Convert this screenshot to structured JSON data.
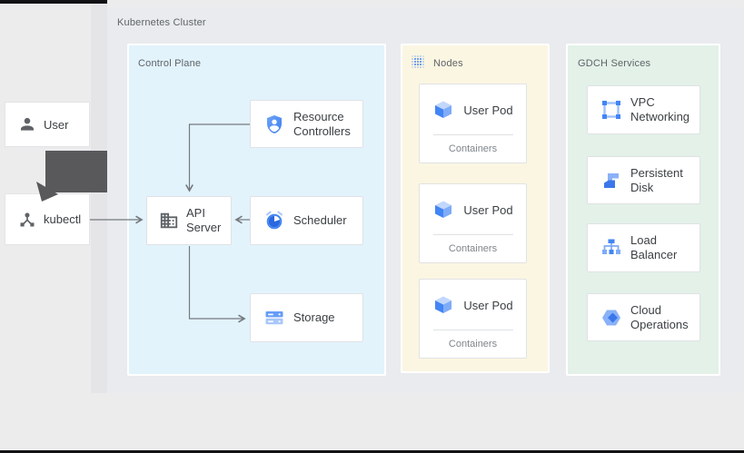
{
  "diagram": {
    "cluster_label": "Kubernetes Cluster",
    "actors": {
      "user": {
        "label": "User",
        "icon": "person-icon"
      },
      "kubectl": {
        "label": "kubectl",
        "icon": "device-hub-icon"
      }
    },
    "control_plane": {
      "label": "Control Plane",
      "resource_controllers": {
        "label": "Resource Controllers",
        "icon": "shield-person-icon"
      },
      "api_server": {
        "label": "API Server",
        "icon": "building-icon"
      },
      "scheduler": {
        "label": "Scheduler",
        "icon": "clock-icon"
      },
      "storage": {
        "label": "Storage",
        "icon": "server-stack-icon"
      }
    },
    "nodes": {
      "label": "Nodes",
      "icon": "dot-grid-icon",
      "pods": [
        {
          "title": "User Pod",
          "subtitle": "Containers",
          "icon": "cube-icon"
        },
        {
          "title": "User Pod",
          "subtitle": "Containers",
          "icon": "cube-icon"
        },
        {
          "title": "User Pod",
          "subtitle": "Containers",
          "icon": "cube-icon"
        }
      ]
    },
    "gdch_services": {
      "label": "GDCH Services",
      "items": [
        {
          "label": "VPC Networking",
          "icon": "vpc-network-icon"
        },
        {
          "label": "Persistent Disk",
          "icon": "persistent-disk-icon"
        },
        {
          "label": "Load Balancer",
          "icon": "load-balancer-icon"
        },
        {
          "label": "Cloud Operations",
          "icon": "cloud-operations-icon"
        }
      ]
    },
    "colors": {
      "control_plane_bg": "#e2f3fc",
      "nodes_bg": "#fbf6e2",
      "gdch_bg": "#e3f1e8",
      "cluster_bg": "#e9ebee",
      "google_blue": "#4285f4",
      "light_blue": "#a9c7fa",
      "section_label_gray": "#5f6368",
      "card_text": "#3c4043",
      "subtitle_gray": "#80868b",
      "arrow_gray": "#75797d",
      "flow_block_gray": "#59595c"
    }
  }
}
